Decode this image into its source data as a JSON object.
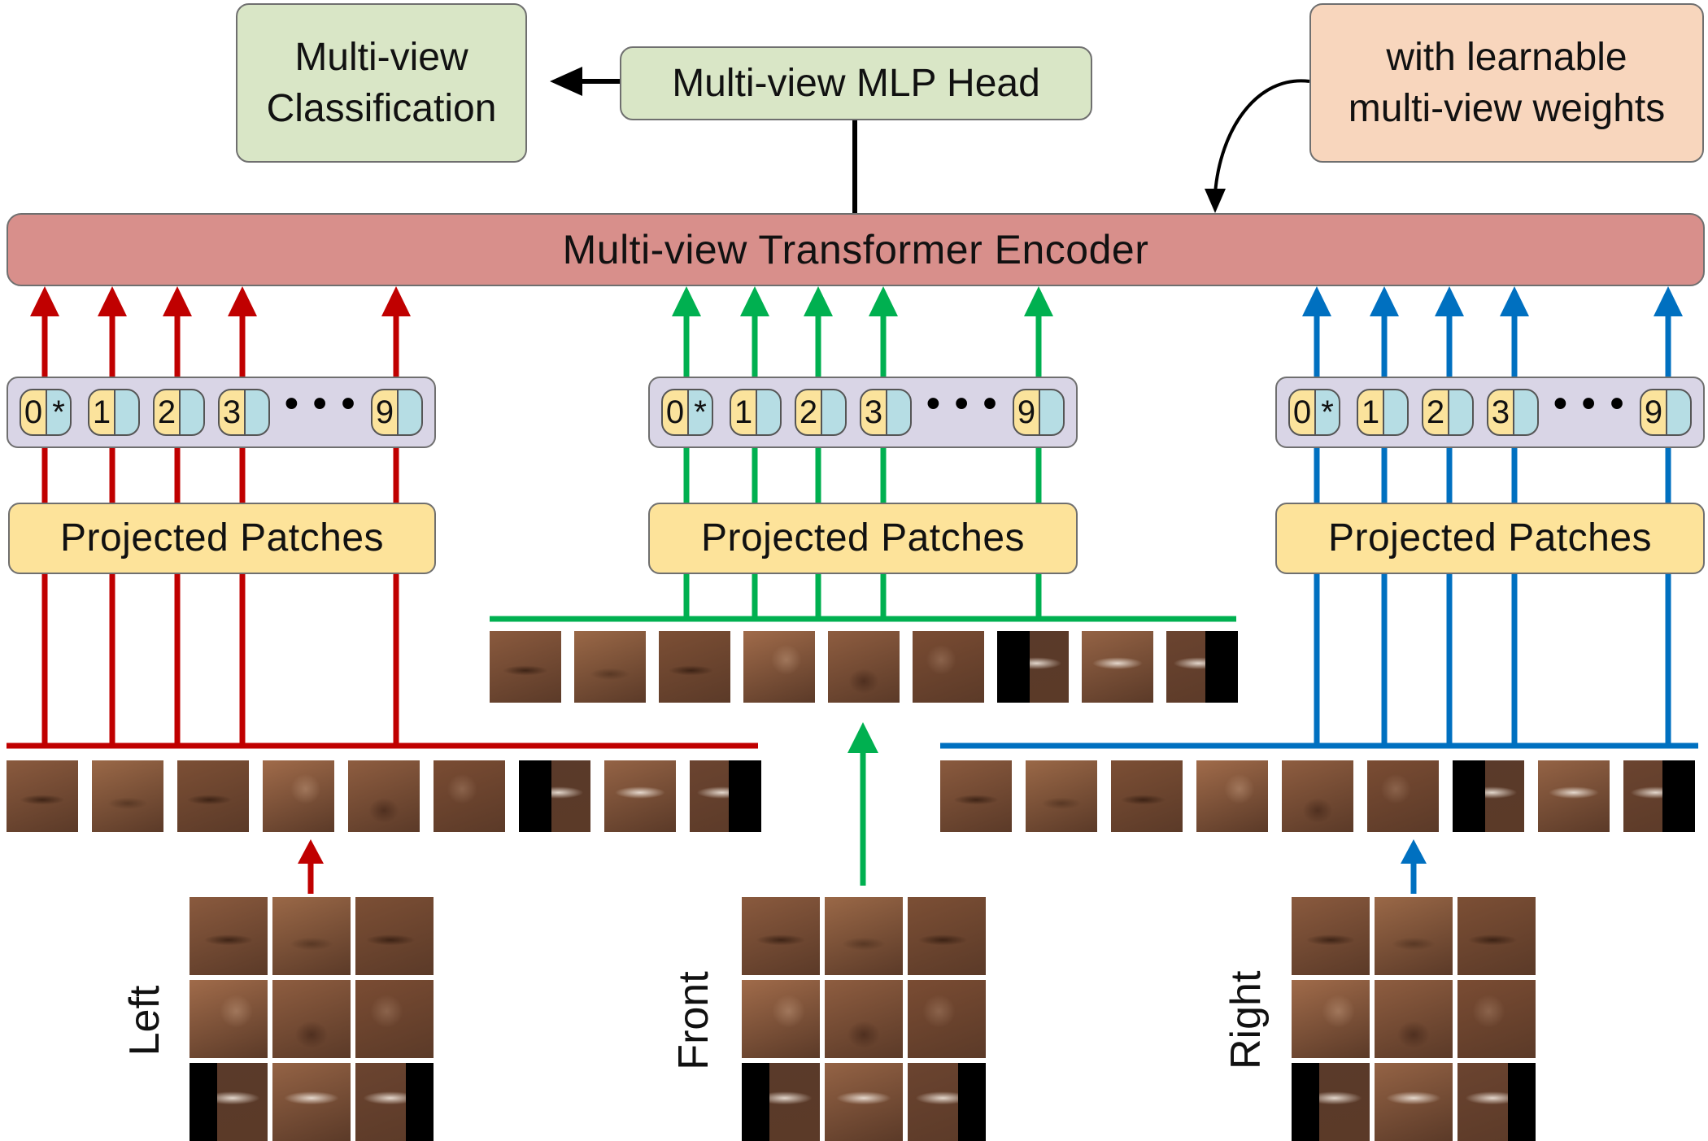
{
  "colors": {
    "red": "#c00000",
    "green": "#00b050",
    "blue": "#0070c0",
    "encoder": "#d88f8b",
    "head": "#d9e6c6",
    "note": "#f8d6bd",
    "projected": "#fde39a",
    "token_strip": "#d9d5e6"
  },
  "classification": {
    "line1": "Multi-view",
    "line2": "Classification"
  },
  "mlp_head": {
    "label": "Multi-view MLP Head"
  },
  "weights_note": {
    "line1": "with learnable",
    "line2": "multi-view weights"
  },
  "encoder": {
    "label": "Multi-view Transformer Encoder"
  },
  "branches": [
    {
      "view_label": "Left",
      "color": "#c00000",
      "projected_label": "Projected Patches",
      "tokens": {
        "t0": "0",
        "star": "*",
        "t1": "1",
        "t2": "2",
        "t3": "3",
        "t9": "9"
      }
    },
    {
      "view_label": "Front",
      "color": "#00b050",
      "projected_label": "Projected Patches",
      "tokens": {
        "t0": "0",
        "star": "*",
        "t1": "1",
        "t2": "2",
        "t3": "3",
        "t9": "9"
      }
    },
    {
      "view_label": "Right",
      "color": "#0070c0",
      "projected_label": "Projected Patches",
      "tokens": {
        "t0": "0",
        "star": "*",
        "t1": "1",
        "t2": "2",
        "t3": "3",
        "t9": "9"
      }
    }
  ]
}
